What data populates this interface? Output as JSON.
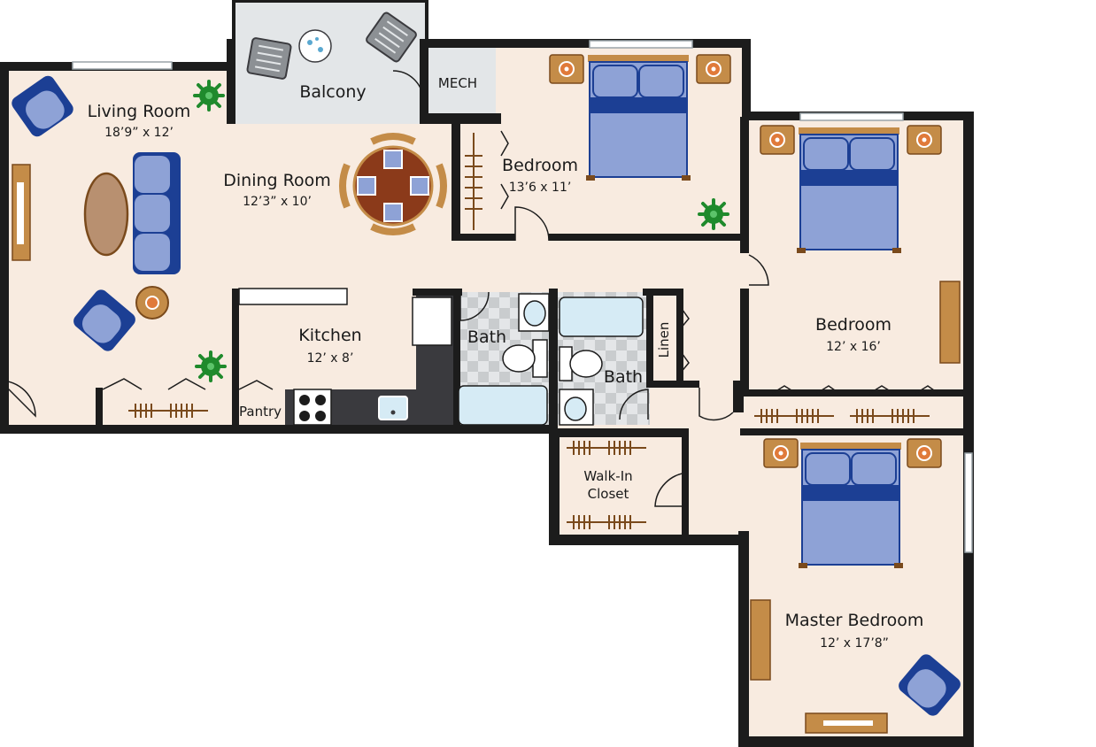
{
  "colors": {
    "floor": "#f8ebe0",
    "wall": "#1c1c1c",
    "bed_blue": "#8ea2d6",
    "bed_dark": "#1c3f94",
    "wood": "#c48c48",
    "wood_dark": "#7a4a1c",
    "plant": "#1f8a2c",
    "balcony": "#e3e6e8",
    "tile": "#c9ccce",
    "counter": "#3a3a3e",
    "fixture": "#d6ebf5"
  },
  "rooms": {
    "living": {
      "name": "Living Room",
      "dim": "18’9” x 12’"
    },
    "dining": {
      "name": "Dining Room",
      "dim": "12’3” x 10’"
    },
    "balcony": {
      "name": "Balcony"
    },
    "mech": {
      "name": "MECH"
    },
    "bedroom1": {
      "name": "Bedroom",
      "dim": "13’6 x 11’"
    },
    "bedroom2": {
      "name": "Bedroom",
      "dim": "12’ x 16’"
    },
    "kitchen": {
      "name": "Kitchen",
      "dim": "12’ x 8’"
    },
    "pantry": {
      "name": "Pantry"
    },
    "bath1": {
      "name": "Bath"
    },
    "bath2": {
      "name": "Bath"
    },
    "linen": {
      "name": "Linen"
    },
    "walkin": {
      "line1": "Walk-In",
      "line2": "Closet"
    },
    "master": {
      "name": "Master Bedroom",
      "dim": "12’ x 17’8”"
    }
  },
  "icons": [
    "armchair-icon",
    "sofa-icon",
    "coffee-table-icon",
    "plant-icon",
    "dining-table-icon",
    "bed-icon",
    "nightstand-icon",
    "dresser-icon",
    "tv-icon",
    "toilet-icon",
    "sink-icon",
    "bathtub-icon",
    "stove-icon",
    "refrigerator-icon",
    "door-swing-icon",
    "closet-rod-icon"
  ]
}
